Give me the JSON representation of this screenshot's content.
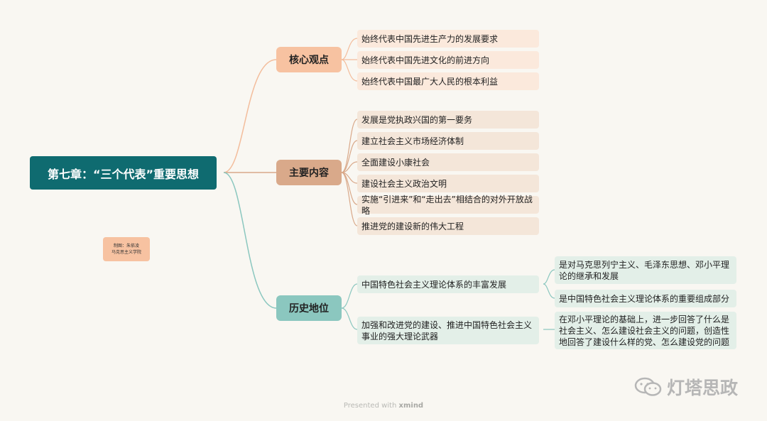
{
  "root": {
    "title": "第七章：“三个代表”重要思想"
  },
  "branches": [
    {
      "label": "核心观点",
      "items": [
        "始终代表中国先进生产力的发展要求",
        "始终代表中国先进文化的前进方向",
        "始终代表中国最广大人民的根本利益"
      ]
    },
    {
      "label": "主要内容",
      "items": [
        "发展是党执政兴国的第一要务",
        "建立社会主义市场经济体制",
        "全面建设小康社会",
        "建设社会主义政治文明",
        "实施“引进来”和“走出去”相结合的对外开放战略",
        "推进党的建设新的伟大工程"
      ]
    },
    {
      "label": "历史地位",
      "items": [
        {
          "text": "中国特色社会主义理论体系的丰富发展",
          "children": [
            "是对马克思列宁主义、毛泽东思想、邓小平理论的继承和发展",
            "是中国特色社会主义理论体系的重要组成部分"
          ]
        },
        {
          "text": "加强和改进党的建设、推进中国特色社会主义事业的强大理论武器",
          "children": [
            "在邓小平理论的基础上，进一步回答了什么是社会主义、怎么建设社会主义的问题，创造性地回答了建设什么样的党、怎么建设党的问题"
          ]
        }
      ]
    }
  ],
  "credit": {
    "line1": "制图：朱依凌",
    "line2": "马克思主义学院"
  },
  "footer": {
    "presented": "Presented with",
    "brand": "xmind"
  },
  "watermark": {
    "text": "灯塔思政",
    "icon": "wechat-icon"
  },
  "colors": {
    "root": "#0f6b70",
    "branch1": "#f7c2a1",
    "branch2": "#d9a98a",
    "branch3": "#8bc7bf"
  }
}
